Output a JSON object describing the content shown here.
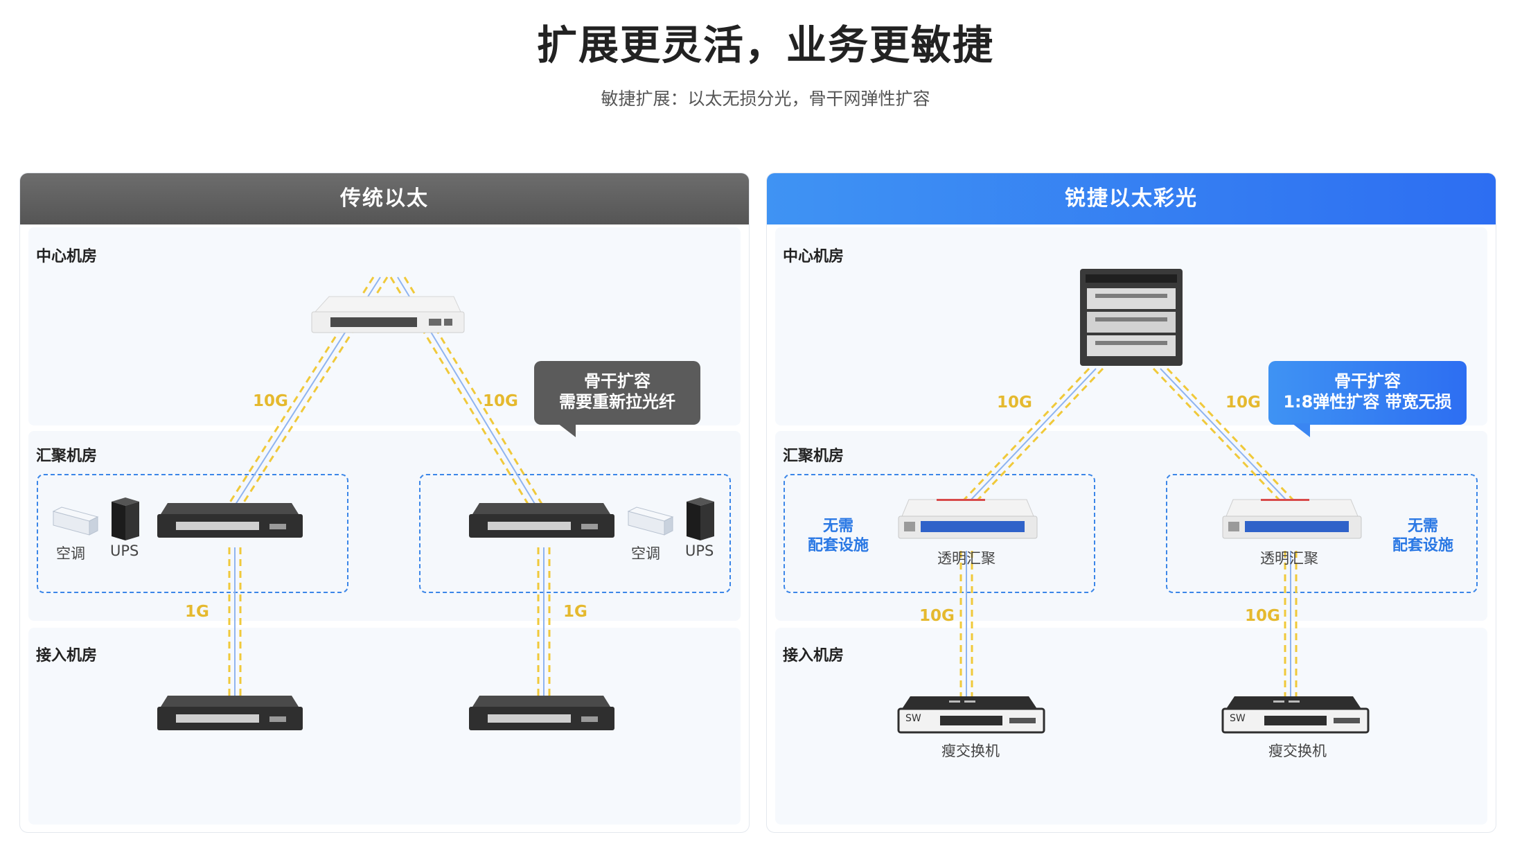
{
  "header": {
    "title": "扩展更灵活，业务更敏捷",
    "subtitle": "敏捷扩展：以太无损分光，骨干网弹性扩容"
  },
  "left_panel": {
    "title": "传统以太",
    "zone_center": "中心机房",
    "zone_aggregation": "汇聚机房",
    "zone_access": "接入机房",
    "link_10g_left": "10G",
    "link_10g_right": "10G",
    "link_1g_left": "1G",
    "link_1g_right": "1G",
    "ac_left": "空调",
    "ups_left": "UPS",
    "ac_right": "空调",
    "ups_right": "UPS",
    "bubble_line1": "骨干扩容",
    "bubble_line2": "需要重新拉光纤"
  },
  "right_panel": {
    "title": "锐捷以太彩光",
    "zone_center": "中心机房",
    "zone_aggregation": "汇聚机房",
    "zone_access": "接入机房",
    "link_10g_upper_left": "10G",
    "link_10g_upper_right": "10G",
    "link_10g_lower_left": "10G",
    "link_10g_lower_right": "10G",
    "note_left_line1": "无需",
    "note_left_line2": "配套设施",
    "note_right_line1": "无需",
    "note_right_line2": "配套设施",
    "device_agg_left": "透明汇聚",
    "device_agg_right": "透明汇聚",
    "device_access_left": "瘦交换机",
    "device_access_right": "瘦交换机",
    "switch_badge": "SW",
    "bubble_line1": "骨干扩容",
    "bubble_line2": "1:8弹性扩容 带宽无损"
  },
  "colors": {
    "accent_blue": "#2d6ef2",
    "link_yellow": "#f0c93a",
    "link_blue": "#8fb4f0",
    "dashed_box": "#3b86e8",
    "left_header": "#5e5e5e"
  }
}
